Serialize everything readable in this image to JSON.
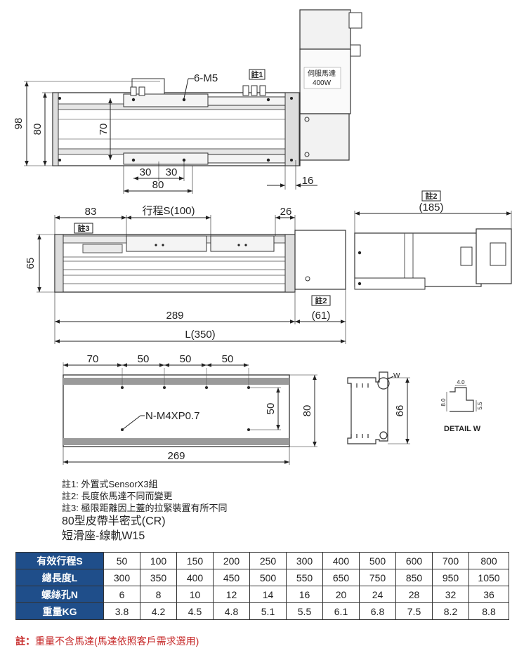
{
  "drawing": {
    "top_view": {
      "hole_label": "6-M5",
      "note_tag": "註1",
      "motor_label_1": "伺服馬達",
      "motor_label_2": "400W",
      "dims": {
        "d98": "98",
        "d80": "80",
        "d70": "70",
        "d30a": "30",
        "d30b": "30",
        "d80b": "80",
        "d16": "16"
      }
    },
    "side_view": {
      "dims": {
        "d83": "83",
        "stroke": "行程",
        "stroke_s": "S(100)",
        "d26": "26",
        "d65": "65",
        "d289": "289",
        "length": "L(350)",
        "d185": "(185)",
        "d61": "(61)"
      },
      "note2_a": "註2",
      "note2_b": "註2",
      "note3": "註3"
    },
    "bottom_view": {
      "dims": {
        "d70": "70",
        "d50a": "50",
        "d50b": "50",
        "d50c": "50",
        "d50v": "50",
        "d80v": "80",
        "d269": "269"
      },
      "hole_label": "N-M4XP0.7"
    },
    "profile": {
      "w_label": "W",
      "d66": "66"
    },
    "detail": {
      "d40": "4.0",
      "d80": "8.0",
      "d55": "5.5",
      "title": "DETAIL W"
    }
  },
  "notes": {
    "n1": "註1: 外置式SensorX3組",
    "n2": "註2: 長度依馬達不同而變更",
    "n3": "註3: 極限距離因上蓋的拉緊裝置有所不同",
    "model": "80型皮帶半密式(CR)",
    "slider": "短滑座-線軌W15"
  },
  "table": {
    "rows": [
      {
        "header": "有效行程S",
        "values": [
          "50",
          "100",
          "150",
          "200",
          "250",
          "300",
          "400",
          "500",
          "600",
          "700",
          "800"
        ]
      },
      {
        "header": "總長度L",
        "values": [
          "300",
          "350",
          "400",
          "450",
          "500",
          "550",
          "650",
          "750",
          "850",
          "950",
          "1050"
        ]
      },
      {
        "header": "螺絲孔N",
        "values": [
          "6",
          "8",
          "10",
          "12",
          "14",
          "16",
          "20",
          "24",
          "28",
          "32",
          "36"
        ]
      },
      {
        "header": "重量KG",
        "values": [
          "3.8",
          "4.2",
          "4.5",
          "4.8",
          "5.1",
          "5.5",
          "6.1",
          "6.8",
          "7.5",
          "8.2",
          "8.8"
        ]
      }
    ]
  },
  "footnote": {
    "prefix": "註：",
    "text": "重量不含馬達(馬達依照客戶需求選用)"
  }
}
